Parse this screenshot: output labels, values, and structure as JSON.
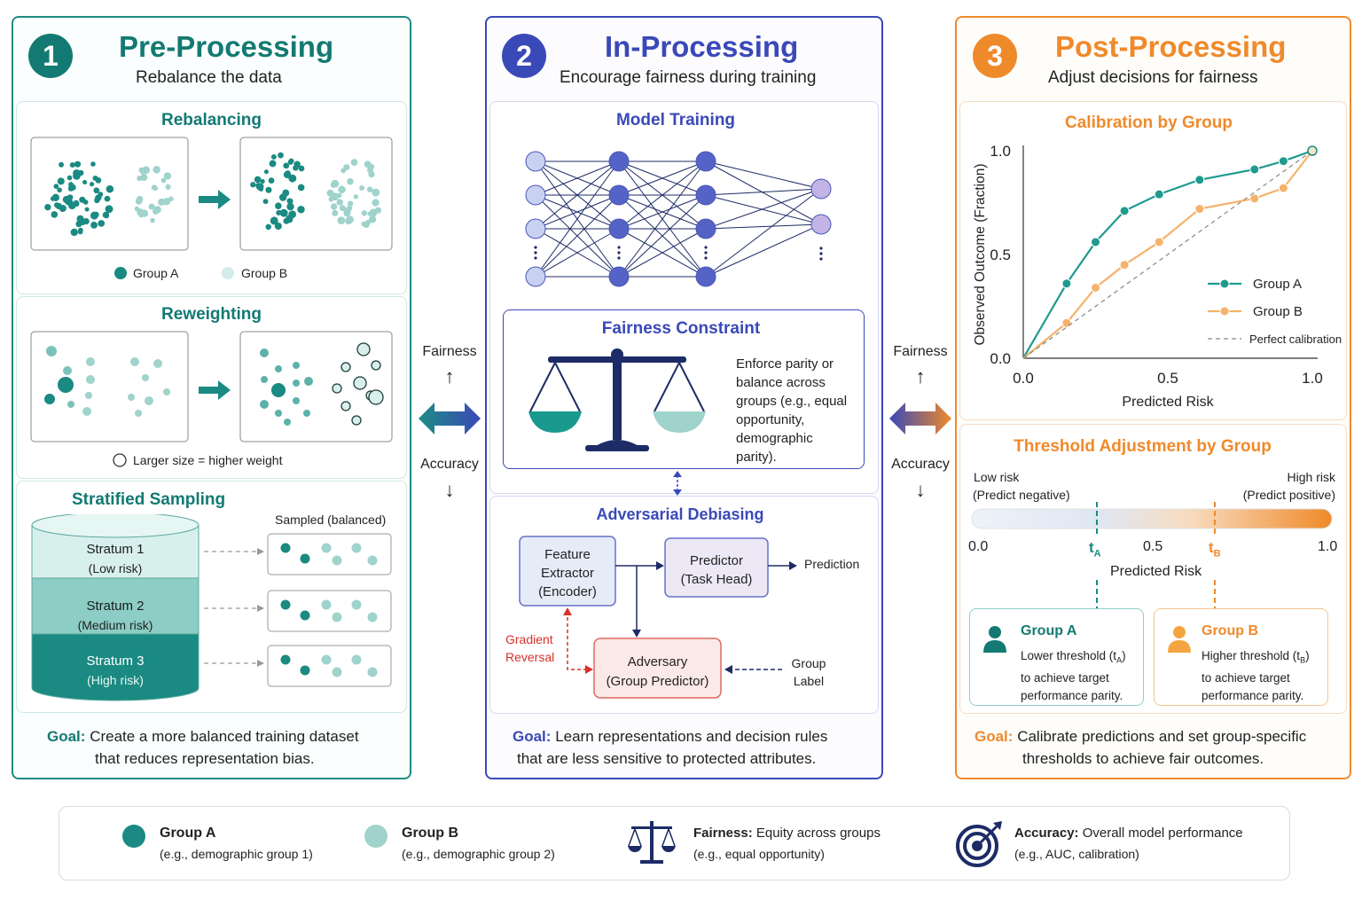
{
  "panels": [
    {
      "number": "1",
      "title": "Pre-Processing",
      "subtitle": "Rebalance the data",
      "goal_label": "Goal:",
      "goal_line1": "Create a more balanced training dataset",
      "goal_line2": "that reduces representation bias."
    },
    {
      "number": "2",
      "title": "In-Processing",
      "subtitle": "Encourage fairness during training",
      "goal_label": "Goal:",
      "goal_line1": "Learn representations and decision rules",
      "goal_line2": "that are less sensitive to protected attributes."
    },
    {
      "number": "3",
      "title": "Post-Processing",
      "subtitle": "Adjust decisions for fairness",
      "goal_label": "Goal:",
      "goal_line1": "Calibrate predictions and set group-specific",
      "goal_line2": "thresholds to achieve fair outcomes."
    }
  ],
  "pre": {
    "rebalancing_title": "Rebalancing",
    "legend_a": "Group A",
    "legend_b": "Group B",
    "reweighting_title": "Reweighting",
    "weight_note": "Larger size = higher weight",
    "stratified_title": "Stratified Sampling",
    "sampled_label": "Sampled (balanced)",
    "strata": [
      {
        "name": "Stratum 1",
        "risk": "(Low risk)"
      },
      {
        "name": "Stratum 2",
        "risk": "(Medium risk)"
      },
      {
        "name": "Stratum 3",
        "risk": "(High risk)"
      }
    ]
  },
  "inp": {
    "model_training_title": "Model Training",
    "fairness_constraint_title": "Fairness Constraint",
    "constraint_lines": [
      "Enforce parity or",
      "balance across",
      "groups (e.g., equal",
      "opportunity,",
      "demographic",
      "parity)."
    ],
    "adversarial_title": "Adversarial Debiasing",
    "feature_extractor": [
      "Feature",
      "Extractor",
      "(Encoder)"
    ],
    "predictor": [
      "Predictor",
      "(Task Head)"
    ],
    "prediction": "Prediction",
    "adversary": [
      "Adversary",
      "(Group Predictor)"
    ],
    "gradient_reversal": [
      "Gradient",
      "Reversal"
    ],
    "group_label": [
      "Group",
      "Label"
    ]
  },
  "tradeoff": {
    "fairness": "Fairness",
    "accuracy": "Accuracy",
    "up_arrow": "↑",
    "down_arrow": "↓"
  },
  "post": {
    "calibration_title": "Calibration by Group",
    "threshold_title": "Threshold Adjustment by Group",
    "low_risk": [
      "Low risk",
      "(Predict negative)"
    ],
    "high_risk": [
      "High risk",
      "(Predict positive)"
    ],
    "bar_ticks": [
      "0.0",
      "0.5",
      "1.0"
    ],
    "t_a": "t",
    "t_a_sub": "A",
    "t_b": "t",
    "t_b_sub": "B",
    "bar_axis_label": "Predicted Risk",
    "group_a_card": {
      "title": "Group A",
      "lines": [
        "Lower threshold (t",
        "A",
        ")",
        "to achieve target",
        "performance parity."
      ]
    },
    "group_b_card": {
      "title": "Group B",
      "lines": [
        "Higher threshold (t",
        "B",
        ")",
        "to achieve target",
        "performance parity."
      ]
    }
  },
  "chart_data": {
    "type": "line",
    "title": "Calibration by Group",
    "xlabel": "Predicted Risk",
    "ylabel": "Observed Outcome (Fraction)",
    "xlim": [
      0,
      1
    ],
    "ylim": [
      0,
      1
    ],
    "xticks": [
      "0.0",
      "0.5",
      "1.0"
    ],
    "yticks": [
      "0.0",
      "0.5",
      "1.0"
    ],
    "legend_position": "right",
    "series": [
      {
        "name": "Group A",
        "color": "#1f9a8f",
        "x": [
          0,
          0.15,
          0.25,
          0.35,
          0.47,
          0.61,
          0.8,
          0.9,
          1.0
        ],
        "y": [
          0,
          0.36,
          0.56,
          0.71,
          0.79,
          0.86,
          0.91,
          0.95,
          1.0
        ]
      },
      {
        "name": "Group B",
        "color": "#f5b26a",
        "x": [
          0,
          0.15,
          0.25,
          0.35,
          0.47,
          0.61,
          0.8,
          0.9,
          1.0
        ],
        "y": [
          0,
          0.17,
          0.34,
          0.45,
          0.56,
          0.72,
          0.77,
          0.82,
          1.0
        ]
      },
      {
        "name": "Perfect calibration",
        "color": "#888888",
        "dashed": true,
        "x": [
          0,
          1
        ],
        "y": [
          0,
          1
        ]
      }
    ]
  },
  "legend": [
    {
      "title": "Group A",
      "desc": "(e.g., demographic group 1)"
    },
    {
      "title": "Group B",
      "desc": "(e.g., demographic group 2)"
    },
    {
      "title": "Fairness:",
      "rest": " Equity across groups",
      "desc": "(e.g., equal opportunity)"
    },
    {
      "title": "Accuracy:",
      "rest": " Overall model performance",
      "desc": "(e.g., AUC, calibration)"
    }
  ],
  "colors": {
    "teal": "#1f8c84",
    "teal_light": "#9ed6cf",
    "blue": "#3a49b8",
    "orange": "#ef8a2b"
  }
}
